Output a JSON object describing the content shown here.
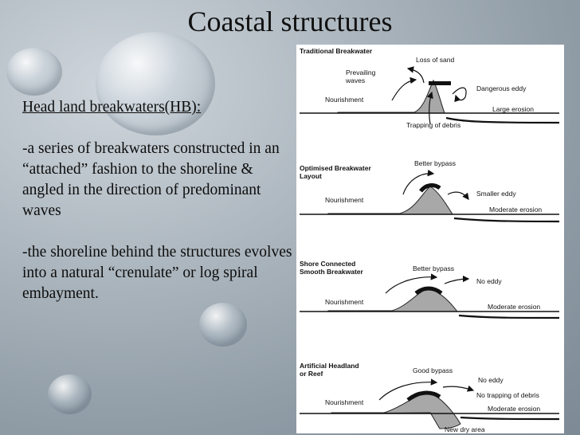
{
  "slide": {
    "title": "Coastal structures",
    "heading": "Head land breakwaters(HB):",
    "paragraph_1": "-a series of breakwaters constructed in an “attached” fashion to the shoreline & angled in the direction of predominant waves",
    "paragraph_2": "-the shoreline behind the structures evolves into a  natural “crenulate” or log spiral embayment."
  },
  "figure": {
    "panel_1": {
      "title": "Traditional Breakwater",
      "labels": {
        "loss": "Loss of sand",
        "prevailing": "Prevailing",
        "waves": "waves",
        "nourishment": "Nourishment",
        "eddy": "Dangerous eddy",
        "erosion": "Large erosion",
        "debris": "Trapping of debris"
      }
    },
    "panel_2": {
      "title_1": "Optimised Breakwater",
      "title_2": "Layout",
      "labels": {
        "bypass": "Better bypass",
        "nourishment": "Nourishment",
        "eddy": "Smaller eddy",
        "erosion": "Moderate erosion"
      }
    },
    "panel_3": {
      "title_1": "Shore Connected",
      "title_2": "Smooth Breakwater",
      "labels": {
        "bypass": "Better bypass",
        "eddy": "No eddy",
        "nourishment": "Nourishment",
        "erosion": "Moderate erosion"
      }
    },
    "panel_4": {
      "title_1": "Artificial Headland",
      "title_2": "or Reef",
      "labels": {
        "bypass": "Good bypass",
        "eddy": "No eddy",
        "debris": "No trapping of debris",
        "nourishment": "Nourishment",
        "erosion": "Moderate erosion",
        "dry": "New dry area"
      }
    }
  }
}
